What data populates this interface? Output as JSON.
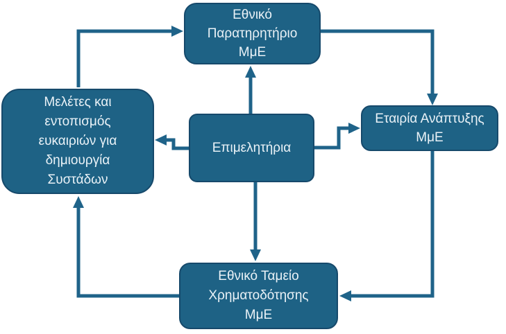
{
  "theme": {
    "background": "#ffffff",
    "node_fill": "#1E6285",
    "node_border": "#16496B",
    "connector_color": "#1F6389",
    "text_color": "#EAF2F7"
  },
  "diagram": {
    "nodes": {
      "top": {
        "label": "Εθνικό\nΠαρατηρητήριο\nΜμΕ"
      },
      "left": {
        "label": "Μελέτες και\nεντοπισμός\nευκαιριών για\nδημιουργία\nΣυστάδων"
      },
      "center": {
        "label": "Επιμελητήρια"
      },
      "right": {
        "label": "Εταιρία Ανάπτυξης\nΜμΕ"
      },
      "bottom": {
        "label": "Εθνικό Ταμείο\nΧρηματοδότησης\nΜμΕ"
      }
    },
    "edges": [
      {
        "from": "left",
        "to": "top"
      },
      {
        "from": "center",
        "to": "top"
      },
      {
        "from": "top",
        "to": "right"
      },
      {
        "from": "center",
        "to": "right"
      },
      {
        "from": "center",
        "to": "left"
      },
      {
        "from": "center",
        "to": "bottom"
      },
      {
        "from": "right",
        "to": "bottom"
      },
      {
        "from": "bottom",
        "to": "left"
      }
    ]
  }
}
